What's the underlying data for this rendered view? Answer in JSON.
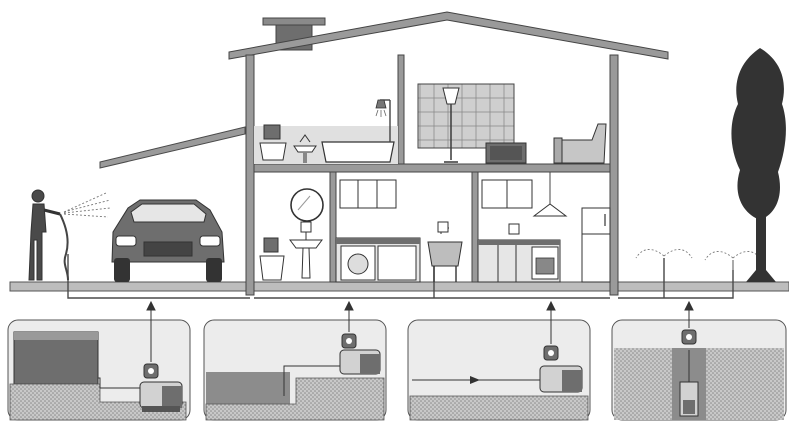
{
  "diagram": {
    "type": "domestic water supply system illustration",
    "colors": {
      "line": "#4a4a4a",
      "wall": "#555555",
      "panel": "#ececec",
      "fill_dark": "#6e6e6e",
      "fill_mid": "#9a9a9a",
      "fill_light": "#d2d2d2",
      "ground": "#bdbdbd",
      "water": "#8c8c8c"
    },
    "house": {
      "rooms": [
        "bathroom",
        "bedroom",
        "washroom",
        "laundry",
        "kitchen"
      ]
    },
    "outdoor": [
      "person-with-hose",
      "car",
      "garden-sprinklers",
      "tree"
    ],
    "installations": [
      {
        "name": "tank-supply-pump"
      },
      {
        "name": "reservoir-supply-pump"
      },
      {
        "name": "mains-supply-pump"
      },
      {
        "name": "well-submersible-pump"
      }
    ],
    "icons": [
      "pressure-control-icon",
      "pump-icon",
      "faucet-icon",
      "shower-icon",
      "lamp-icon",
      "sprinkler-icon"
    ]
  }
}
